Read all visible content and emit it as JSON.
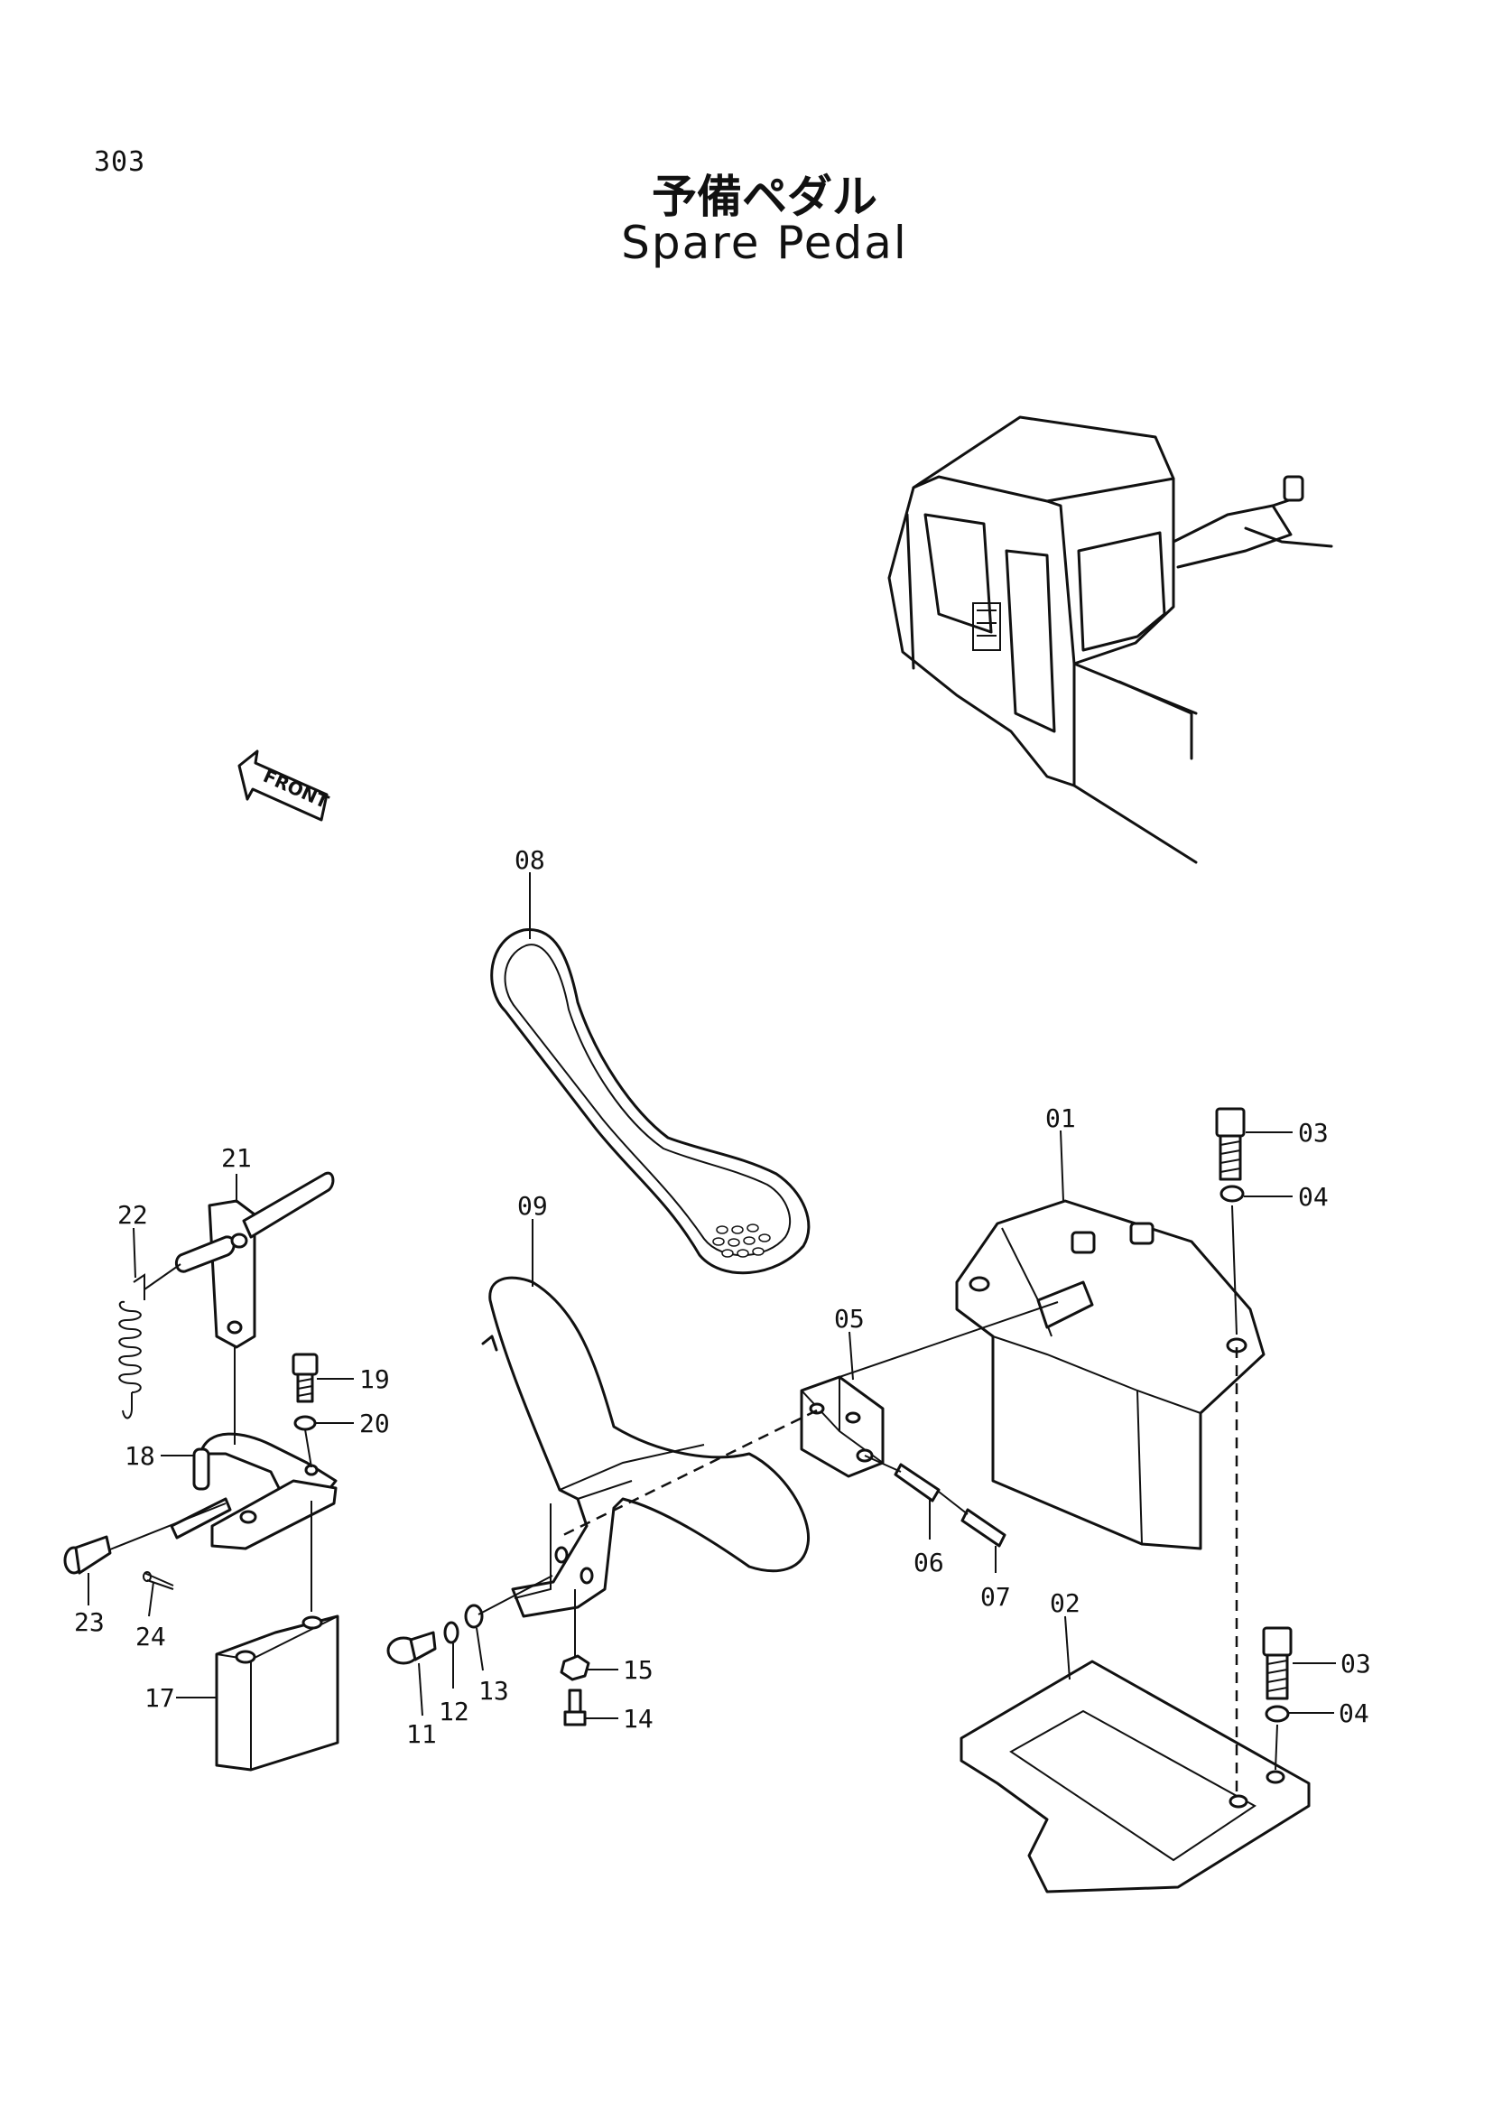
{
  "page_number": "303",
  "title_jp": "予備ペダル",
  "title_en": "Spare Pedal",
  "front_label": "FRONT",
  "callouts": {
    "p01": "01",
    "p02": "02",
    "p03a": "03",
    "p03b": "03",
    "p04a": "04",
    "p04b": "04",
    "p05": "05",
    "p06": "06",
    "p07": "07",
    "p08": "08",
    "p09": "09",
    "p11": "11",
    "p12": "12",
    "p13": "13",
    "p14": "14",
    "p15": "15",
    "p17": "17",
    "p18": "18",
    "p19": "19",
    "p20": "20",
    "p21": "21",
    "p22": "22",
    "p23": "23",
    "p24": "24"
  }
}
